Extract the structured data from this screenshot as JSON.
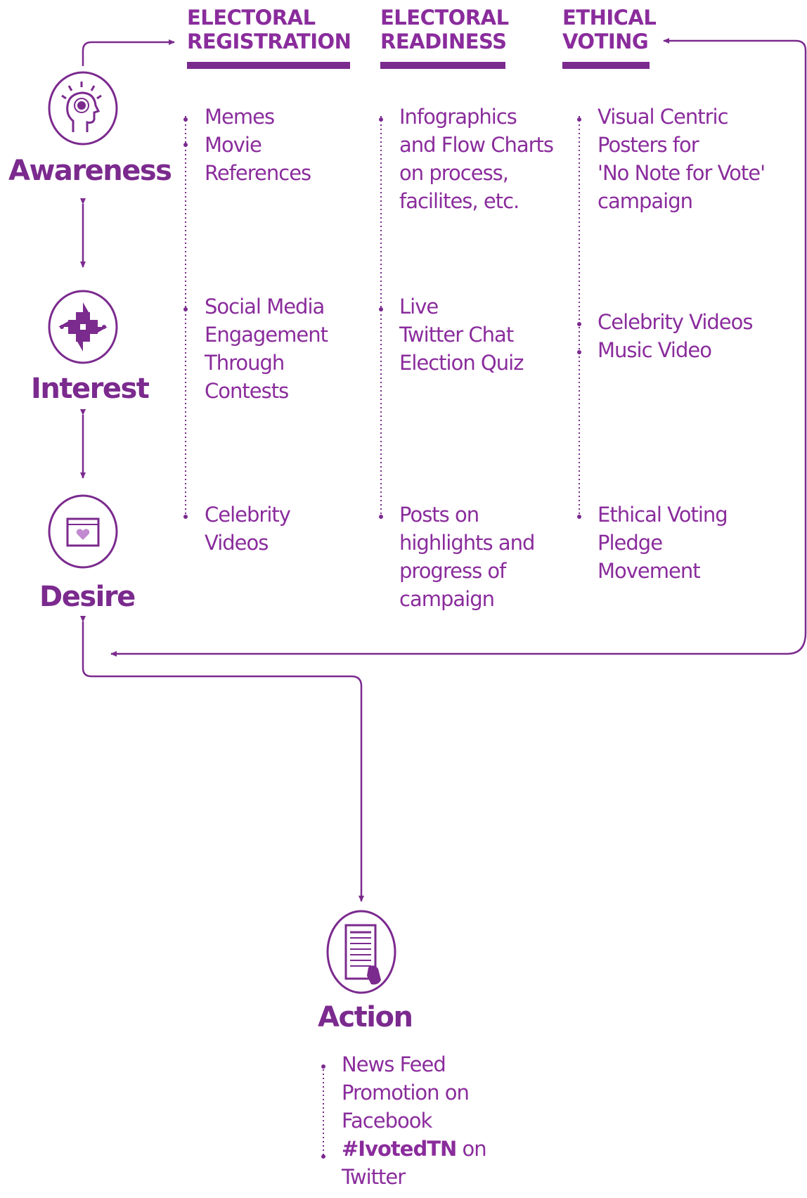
{
  "colors": {
    "primary": "#7b2a8e",
    "text": "#8a2c9c",
    "background": "#ffffff"
  },
  "columns": [
    {
      "line1": "ELECTORAL",
      "line2": "REGISTRATION"
    },
    {
      "line1": "ELECTORAL",
      "line2": "READINESS"
    },
    {
      "line1": "ETHICAL",
      "line2": "VOTING"
    }
  ],
  "stages": {
    "awareness": {
      "label": "Awareness",
      "icon": "head-idea-icon"
    },
    "interest": {
      "label": "Interest",
      "icon": "diamond-cross-icon"
    },
    "desire": {
      "label": "Desire",
      "icon": "heart-frame-icon"
    },
    "action": {
      "label": "Action",
      "icon": "ballot-vote-icon"
    }
  },
  "cells": {
    "awareness": [
      [
        "Memes",
        "Movie",
        "References"
      ],
      [
        "Infographics",
        "and Flow Charts",
        "on process,",
        "facilites, etc."
      ],
      [
        "Visual Centric",
        "Posters for",
        "'No Note for Vote'",
        "campaign"
      ]
    ],
    "interest": [
      [
        "Social Media",
        "Engagement",
        "Through",
        "Contests"
      ],
      [
        "Live",
        "Twitter Chat",
        "Election Quiz"
      ],
      [
        "Celebrity Videos",
        "Music Video"
      ]
    ],
    "desire": [
      [
        "Celebrity",
        "Videos"
      ],
      [
        "Posts on",
        "highlights and",
        "progress of",
        "campaign"
      ],
      [
        "Ethical Voting",
        "Pledge",
        "Movement"
      ]
    ]
  },
  "action_items": {
    "line1": "News Feed",
    "line2": "Promotion on",
    "line3": "Facebook",
    "hashtag": "#IvotedTN",
    "hashtag_suffix": " on",
    "line5": "Twitter"
  }
}
